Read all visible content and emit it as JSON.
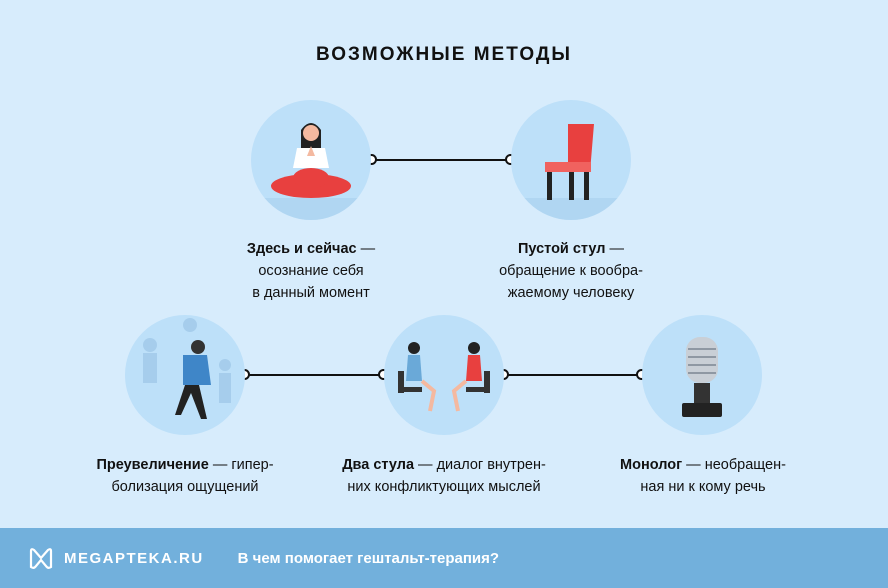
{
  "title": "ВОЗМОЖНЫЕ МЕТОДЫ",
  "methods": [
    {
      "name": "Здесь и сейчас",
      "dash": " —",
      "line1": "осознание себя",
      "line2": "в данный момент",
      "icon": "meditating-woman-icon"
    },
    {
      "name": "Пустой стул",
      "dash": " —",
      "line1": "обращение к вообра-",
      "line2": "жаемому человеку",
      "icon": "empty-chair-icon"
    },
    {
      "name": "Преувеличение",
      "dash": " —  гипер-",
      "line1": "бolизация ощущений",
      "line2": "",
      "icon": "exaggeration-man-icon"
    },
    {
      "name": "Два стула",
      "dash": " — диалог внутрен-",
      "line1": "них конфликтующих мыслей",
      "line2": "",
      "icon": "two-chairs-icon"
    },
    {
      "name": "Монолог",
      "dash": " — необращен-",
      "line1": "ная ни к кому речь",
      "line2": "",
      "icon": "microphone-icon"
    }
  ],
  "footer": {
    "brand": "MEGAPTEKA.RU",
    "title": "В чем помогает гештальт-терапия?"
  },
  "colors": {
    "background": "#d7ecfc",
    "circle": "#bde0f9",
    "footer": "#72b0dc",
    "accent": "#e8403f"
  }
}
